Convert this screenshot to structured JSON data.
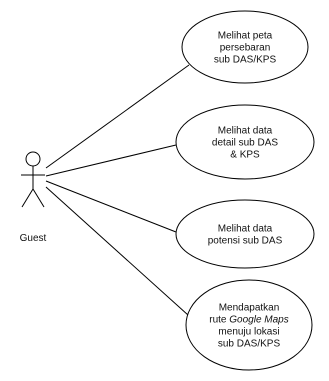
{
  "actor": {
    "name": "Guest"
  },
  "use_cases": [
    {
      "id": "uc1",
      "lines": [
        {
          "parts": [
            {
              "text": "Melihat peta",
              "italic": false
            }
          ]
        },
        {
          "parts": [
            {
              "text": "persebaran",
              "italic": false
            }
          ]
        },
        {
          "parts": [
            {
              "text": "sub DAS/KPS",
              "italic": false
            }
          ]
        }
      ]
    },
    {
      "id": "uc2",
      "lines": [
        {
          "parts": [
            {
              "text": "Melihat data",
              "italic": false
            }
          ]
        },
        {
          "parts": [
            {
              "text": "detail sub DAS",
              "italic": false
            }
          ]
        },
        {
          "parts": [
            {
              "text": "& KPS",
              "italic": false
            }
          ]
        }
      ]
    },
    {
      "id": "uc3",
      "lines": [
        {
          "parts": [
            {
              "text": "Melihat data",
              "italic": false
            }
          ]
        },
        {
          "parts": [
            {
              "text": "potensi sub DAS",
              "italic": false
            }
          ]
        }
      ]
    },
    {
      "id": "uc4",
      "lines": [
        {
          "parts": [
            {
              "text": "Mendapatkan",
              "italic": false
            }
          ]
        },
        {
          "parts": [
            {
              "text": "rute ",
              "italic": false
            },
            {
              "text": "Google Maps",
              "italic": true
            }
          ]
        },
        {
          "parts": [
            {
              "text": "menuju lokasi",
              "italic": false
            }
          ]
        },
        {
          "parts": [
            {
              "text": "sub DAS/KPS",
              "italic": false
            }
          ]
        }
      ]
    }
  ],
  "colors": {
    "stroke": "#000000",
    "text": "#111111",
    "background": "#ffffff"
  }
}
